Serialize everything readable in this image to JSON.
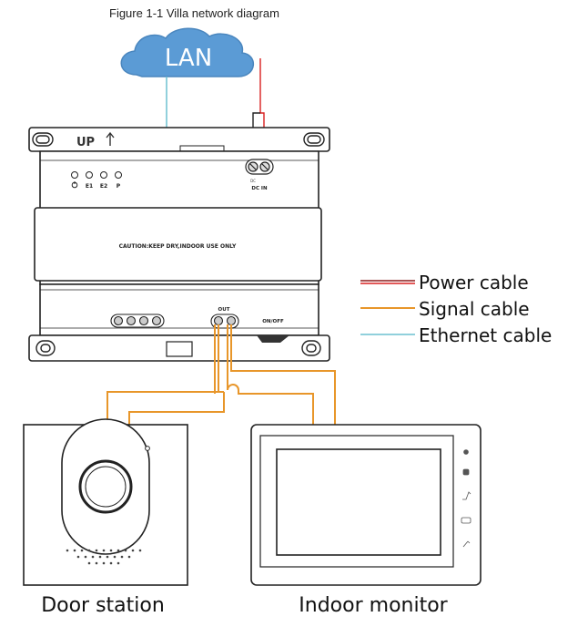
{
  "figure": {
    "caption": "Figure 1-1 Villa network diagram"
  },
  "cloud": {
    "label": "LAN"
  },
  "switch_unit": {
    "up_label": "UP",
    "led_labels": [
      "E1",
      "E2",
      "P"
    ],
    "dc_small": "DC",
    "dc_label": "DC IN",
    "caution": "CAUTION:KEEP DRY,INDOOR USE ONLY",
    "out_label": "OUT",
    "onoff_label": "ON/OFF"
  },
  "legend": {
    "items": [
      {
        "label": "Power cable",
        "color": "#8b1a1a"
      },
      {
        "label": "Signal cable",
        "color": "#e8962a"
      },
      {
        "label": "Ethernet cable",
        "color": "#6cc0d0"
      }
    ]
  },
  "devices": {
    "door_station": "Door station",
    "indoor_monitor": "Indoor monitor"
  },
  "colors": {
    "power": "#d92020",
    "signal": "#e8962a",
    "ethernet": "#6cc0d0",
    "cloud": "#5b9bd5",
    "outline": "#222222"
  }
}
